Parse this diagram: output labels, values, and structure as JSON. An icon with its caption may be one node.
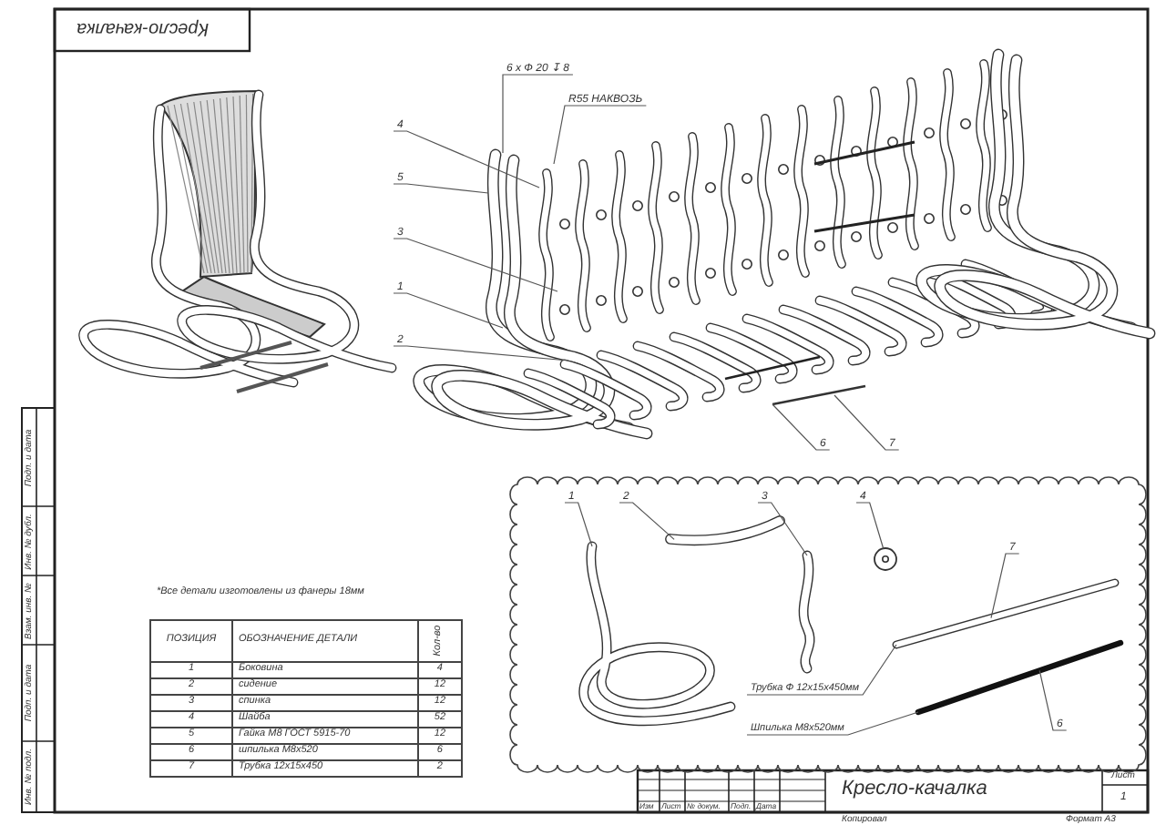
{
  "diagram": {
    "nodes": [
      {
        "text": [
          "4"
        ]
      },
      {
        "text": [
          "5"
        ]
      },
      {
        "text": [
          "3"
        ]
      },
      {
        "text": [
          "1"
        ]
      },
      {
        "text": [
          "2"
        ]
      },
      {
        "text": [
          "6 х Ф 20 ↧ 8"
        ]
      },
      {
        "text": [
          "R55 НАКВОЗЬ"
        ]
      },
      {
        "text": [
          "6"
        ]
      },
      {
        "text": [
          "7"
        ]
      },
      {
        "text": [
          "1"
        ]
      },
      {
        "text": [
          "2"
        ]
      },
      {
        "text": [
          "3"
        ]
      },
      {
        "text": [
          "4"
        ]
      },
      {
        "text": [
          "7"
        ]
      },
      {
        "text": [
          "6"
        ]
      },
      {
        "text": [
          "Трубка Ф 12х15х450мм"
        ]
      },
      {
        "text": [
          "Шпилька М8х520мм"
        ]
      },
      {
        "text": [],
        "shape": "picture"
      },
      {
        "text": [],
        "shape": "picture"
      },
      {
        "text": [],
        "shape": "picture"
      },
      {
        "text": [],
        "shape": "picture"
      },
      {
        "text": [],
        "shape": "picture"
      },
      {
        "text": [],
        "shape": "picture"
      }
    ],
    "edges": [
      {
        "from": 0,
        "to": null,
        "arrow": "none"
      },
      {
        "from": 1,
        "to": null,
        "arrow": "none"
      },
      {
        "from": 2,
        "to": null,
        "arrow": "none"
      },
      {
        "from": 3,
        "to": null,
        "arrow": "none"
      },
      {
        "from": 4,
        "to": null,
        "arrow": "none"
      },
      {
        "from": 5,
        "to": null,
        "arrow": "none"
      },
      {
        "from": 6,
        "to": null,
        "arrow": "none"
      },
      {
        "from": 7,
        "to": null,
        "arrow": "none"
      },
      {
        "from": 8,
        "to": null,
        "arrow": "none"
      },
      {
        "from": 9,
        "to": 17,
        "arrow": "none"
      },
      {
        "from": 10,
        "to": 18,
        "arrow": "none"
      },
      {
        "from": 11,
        "to": 19,
        "arrow": "none"
      },
      {
        "from": 12,
        "to": 20,
        "arrow": "none"
      },
      {
        "from": 13,
        "to": 21,
        "arrow": "none"
      },
      {
        "from": 14,
        "to": 22,
        "arrow": "none"
      },
      {
        "from": 15,
        "to": 21,
        "arrow": "none"
      },
      {
        "from": 16,
        "to": 22,
        "arrow": "none"
      }
    ],
    "labels": [
      "Кресло-качалка",
      "*Все детали изготовлены из фанеры 18мм",
      "ПОЗИЦИЯ",
      "ОБОЗНАЧЕНИЕ ДЕТАЛИ",
      "Кол-во",
      "1",
      "Боковина",
      "4",
      "2",
      "сидение",
      "12",
      "3",
      "спинка",
      "12",
      "4",
      "Шайба",
      "52",
      "5",
      "Гайка М8 ГОСТ 5915-70",
      "12",
      "6",
      "шпилька М8х520",
      "6",
      "7",
      "Трубка 12х15х450",
      "2",
      "Подп. и дата",
      "Инв. № дубл.",
      "Взам. инв. №",
      "Подп. и дата",
      "Инв. № подл.",
      "Изм",
      "Лист",
      "№ докум.",
      "Подп.",
      "Дата",
      "Кресло-качалка",
      "Лист",
      "1",
      "Копировал",
      "Формат А3"
    ]
  }
}
